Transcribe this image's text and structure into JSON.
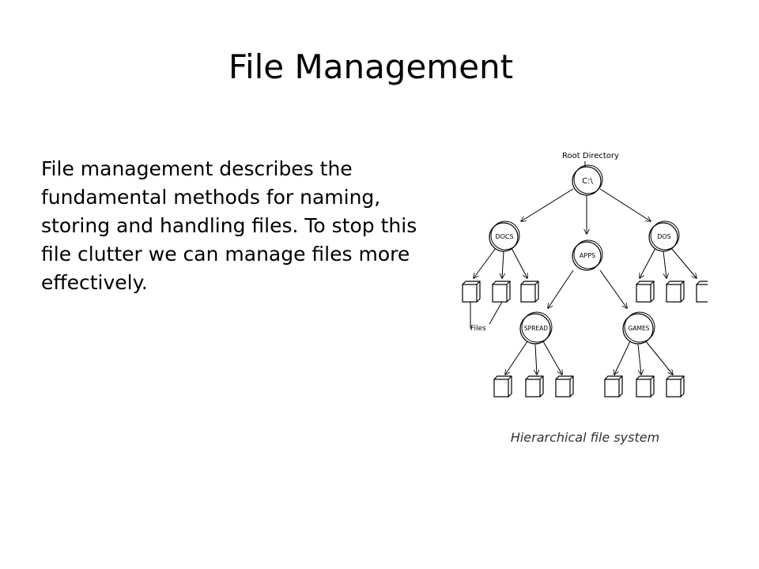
{
  "slide": {
    "title": "File Management",
    "body": "File management describes the fundamental methods for naming, storing and handling files. To stop this file clutter we can manage files more effectively.",
    "caption": "Hierarchical file system"
  },
  "diagram": {
    "root_label": "Root Directory",
    "files_label": "Files",
    "nodes": {
      "root": "C:\\",
      "docs": "DOCS",
      "apps": "APPS",
      "dos": "DOS",
      "spread": "SPREAD",
      "games": "GAMES"
    }
  }
}
